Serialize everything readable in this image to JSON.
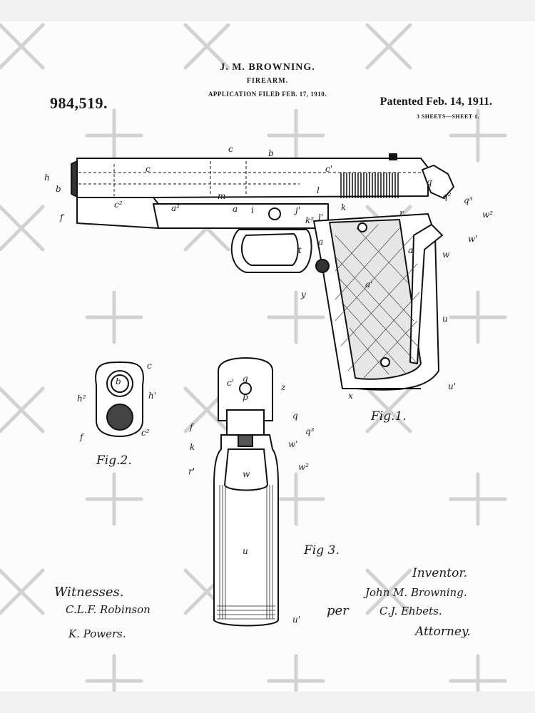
{
  "header": {
    "inventor_name": "J. M. BROWNING.",
    "title": "FIREARM.",
    "application_filed": "APPLICATION FILED FEB. 17, 1910.",
    "patent_number": "984,519.",
    "patented": "Patented Feb. 14, 1911.",
    "sheets": "3 SHEETS—SHEET 1."
  },
  "figures": {
    "fig1": "Fig.1.",
    "fig2": "Fig.2.",
    "fig3": "Fig 3."
  },
  "fig1_labels": {
    "c_top": "c",
    "b_top": "b",
    "h": "h",
    "b_left": "b",
    "c_main": "c",
    "c_prime": "c'",
    "c2": "c²",
    "f": "f",
    "m": "m",
    "a2": "a²",
    "a": "a",
    "i": "i",
    "j": "j'",
    "l": "l",
    "k": "k",
    "k2": "k²",
    "l2": "l'",
    "q": "q",
    "q2": "q²",
    "q3": "q³",
    "r": "r",
    "w2": "w²",
    "w1": "w'",
    "a_right": "a",
    "w": "w",
    "t": "t",
    "a_trig": "a",
    "y": "y",
    "a1": "a'",
    "u": "u",
    "u1": "u'",
    "x": "x"
  },
  "fig2_labels": {
    "c": "c",
    "b": "b",
    "h2": "h²",
    "h1": "h'",
    "f": "f",
    "c2": "c²"
  },
  "fig3_labels": {
    "c1": "c'",
    "g": "g",
    "p": "p",
    "z": "z",
    "q": "q",
    "f": "f",
    "q3": "q³",
    "k": "k",
    "w1": "w'",
    "r1": "r'",
    "w": "w",
    "w2": "w²",
    "u": "u",
    "u1": "u'"
  },
  "signatures": {
    "witnesses_label": "Witnesses.",
    "witness1": "C.L.F. Robinson",
    "witness2": "K. Powers.",
    "inventor_label": "Inventor.",
    "inventor": "John M. Browning.",
    "per": "per",
    "attorney_name": "C.J. Ehbets.",
    "attorney_label": "Attorney."
  }
}
